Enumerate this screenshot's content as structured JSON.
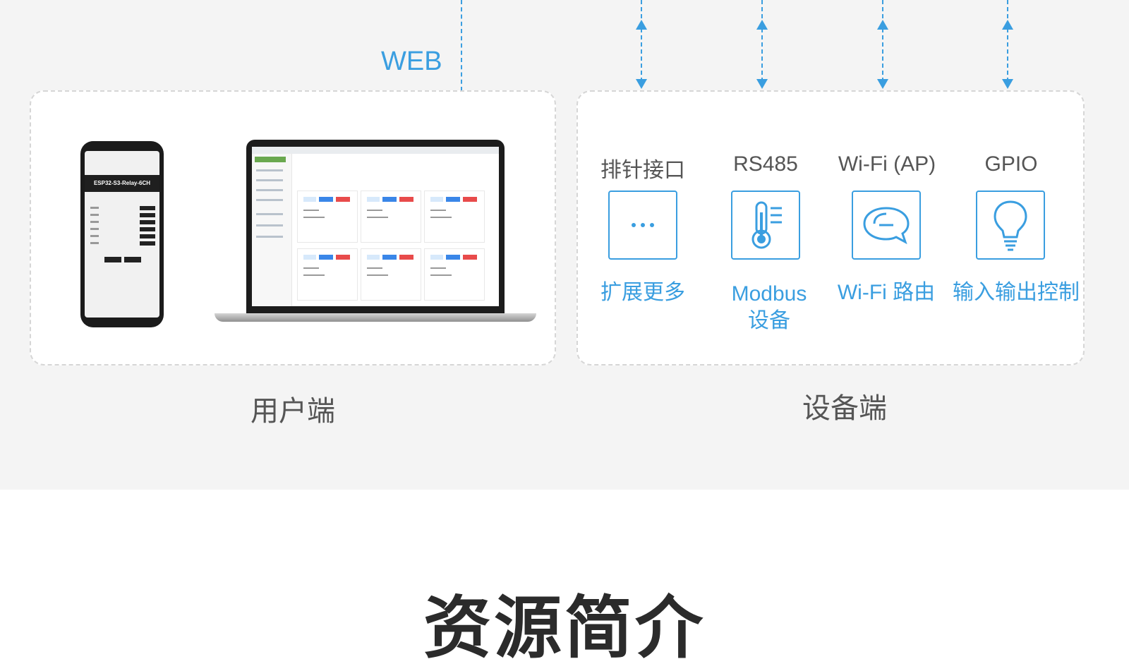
{
  "connection": {
    "label": "WEB"
  },
  "user_side": {
    "label": "用户端",
    "phone_title": "ESP32-S3-Relay-6CH"
  },
  "device_side": {
    "label": "设备端",
    "features": [
      {
        "title": "排针接口",
        "caption_lines": [
          "扩展更多"
        ],
        "icon": "dots-icon"
      },
      {
        "title": "RS485",
        "caption_lines": [
          "Modbus",
          "设备"
        ],
        "icon": "thermometer-icon"
      },
      {
        "title": "Wi-Fi (AP)",
        "caption_lines": [
          "Wi-Fi 路由"
        ],
        "icon": "chat-bubble-icon"
      },
      {
        "title": "GPIO",
        "caption_lines": [
          "输入输出控制"
        ],
        "icon": "lightbulb-icon"
      }
    ]
  },
  "section_title": "资源简介",
  "colors": {
    "accent": "#3a9ee0",
    "band": "#f4f4f4",
    "text": "#555555",
    "title": "#2b2b2b"
  }
}
